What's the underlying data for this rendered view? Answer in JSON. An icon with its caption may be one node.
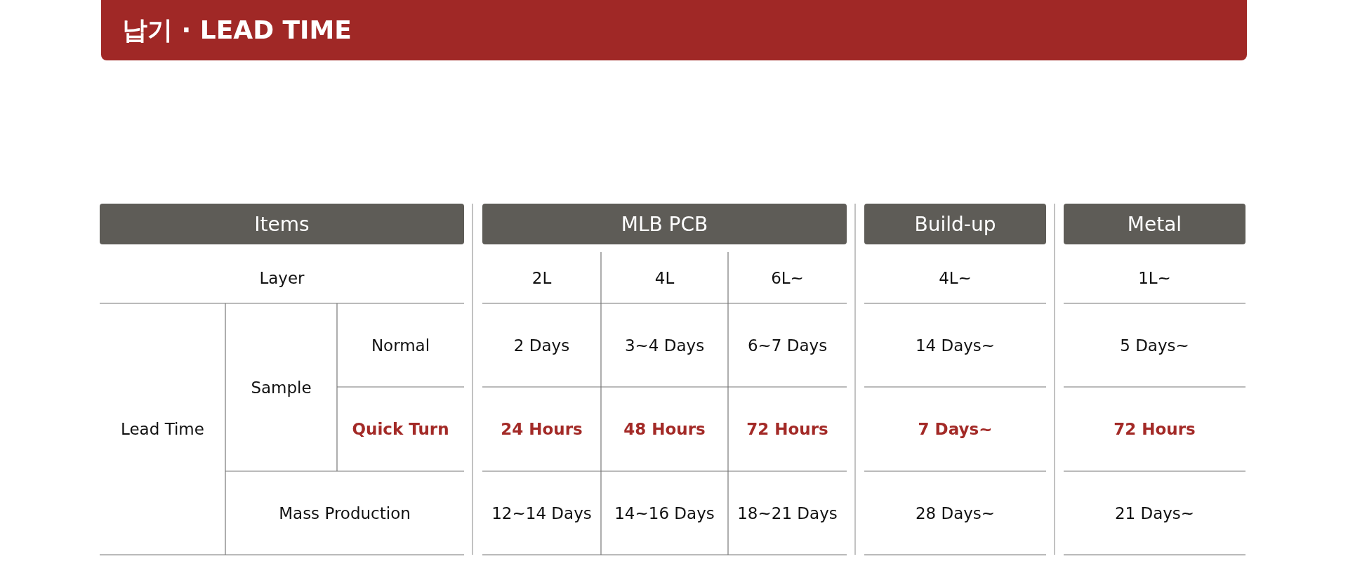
{
  "diagram": {
    "title": "납기 · LEAD TIME",
    "labels": [
      "Items",
      "MLB PCB",
      "Build-up",
      "Metal",
      "Layer",
      "2L",
      "4L",
      "6L~",
      "4L~",
      "1L~",
      "Lead Time",
      "Sample",
      "Normal",
      "2 Days",
      "3~4 Days",
      "6~7 Days",
      "14 Days~",
      "5 Days~",
      "Quick Turn",
      "24 Hours",
      "48 Hours",
      "72 Hours",
      "7 Days~",
      "72 Hours",
      "Mass Production",
      "12~14 Days",
      "14~16 Days",
      "18~21 Days",
      "28 Days~",
      "21 Days~"
    ]
  }
}
